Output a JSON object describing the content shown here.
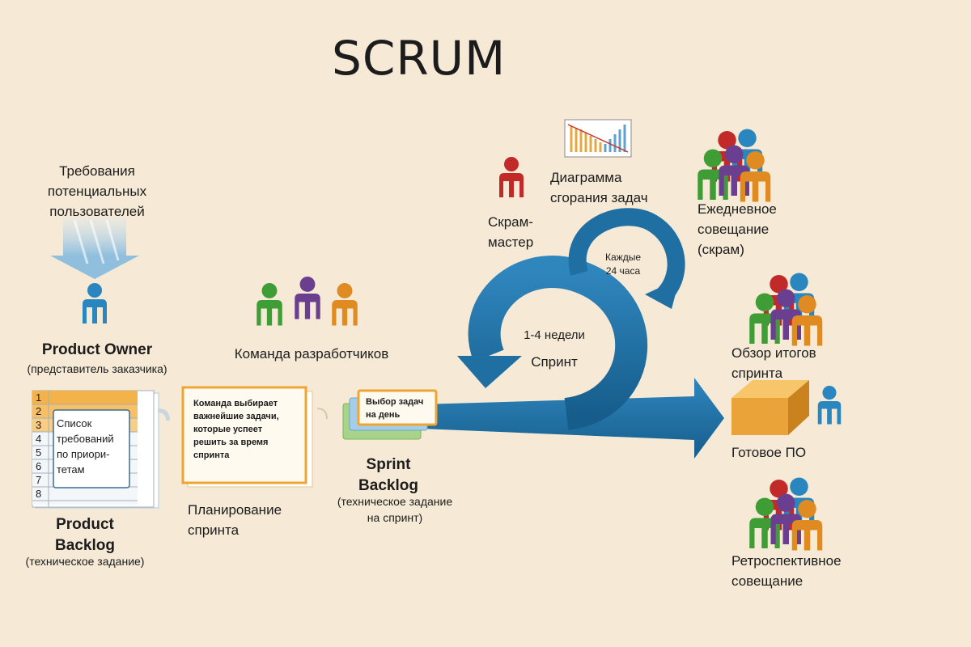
{
  "title": "SCRUM",
  "requirements": {
    "label": "Требования\nпотенциальных\nпользователей"
  },
  "product_owner": {
    "title": "Product Owner",
    "subtitle": "(представитель заказчика)"
  },
  "product_backlog": {
    "numbers": [
      "1",
      "2",
      "3",
      "4",
      "5",
      "6",
      "7",
      "8"
    ],
    "card_text": "Список\nтребований\nпо приори-\nтетам",
    "title": "Product\nBacklog",
    "subtitle": "(техническое задание)"
  },
  "team": {
    "label": "Команда разработчиков"
  },
  "sprint_planning": {
    "card_text": "Команда выбирает\nважнейшие задачи,\nкоторые успеет\nрешить за время\nспринта",
    "label": "Планирование\nспринта"
  },
  "sprint_backlog": {
    "card_text": "Выбор задач\nна день",
    "title": "Sprint\nBacklog",
    "subtitle": "(техническое задание\nна спринт)"
  },
  "scrum_master": {
    "label": "Скрам-\nмастер"
  },
  "burndown": {
    "label": "Диаграмма\nсгорания задач"
  },
  "daily": {
    "label": "Ежедневное\nсовещание\n(скрам)",
    "cycle": "Каждые\n24 часа"
  },
  "sprint": {
    "duration": "1-4 недели",
    "label": "Спринт"
  },
  "review": {
    "label": "Обзор итогов\nспринта"
  },
  "product": {
    "label": "Готовое ПО"
  },
  "retro": {
    "label": "Ретроспективное\nсовещание"
  },
  "colors": {
    "background": "#f6ead6",
    "arrow_blue": "#1f6fa3",
    "person_blue": "#2a86bf",
    "person_red": "#c22a2a",
    "person_green": "#3f9d35",
    "person_purple": "#6b3f8f",
    "person_orange": "#e08a22",
    "box_orange": "#f2a93b"
  }
}
